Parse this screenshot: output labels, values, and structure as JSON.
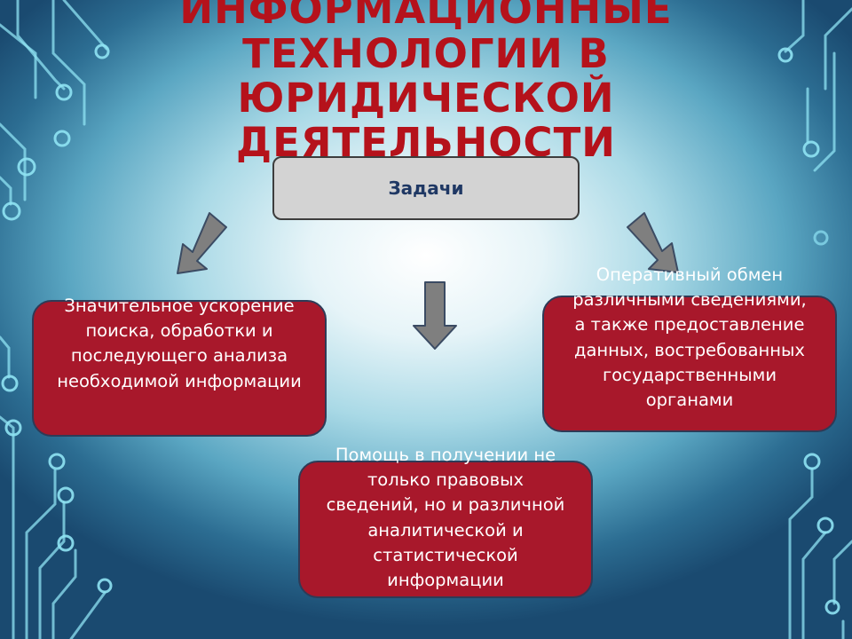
{
  "title": "ИНФОРМАЦИОННЫЕ ТЕХНОЛОГИИ В ЮРИДИЧЕСКОЙ ДЕЯТЕЛЬНОСТИ",
  "center": {
    "label": "Задачи"
  },
  "tasks": [
    {
      "text": "Значительное ускорение поиска, обработки и последующего анализа необходимой информации"
    },
    {
      "text": "Помощь в получении не только правовых сведений, но и различной аналитической и статистической информации"
    },
    {
      "text": "Оперативный обмен различными сведениями, а также предоставление данных, востребованных государственными органами"
    }
  ],
  "colors": {
    "title": "#b5121b",
    "task_box": "#a8182b",
    "center_box": "#d3d3d3",
    "center_text": "#1f3864",
    "arrow": "#7f7f7f"
  }
}
